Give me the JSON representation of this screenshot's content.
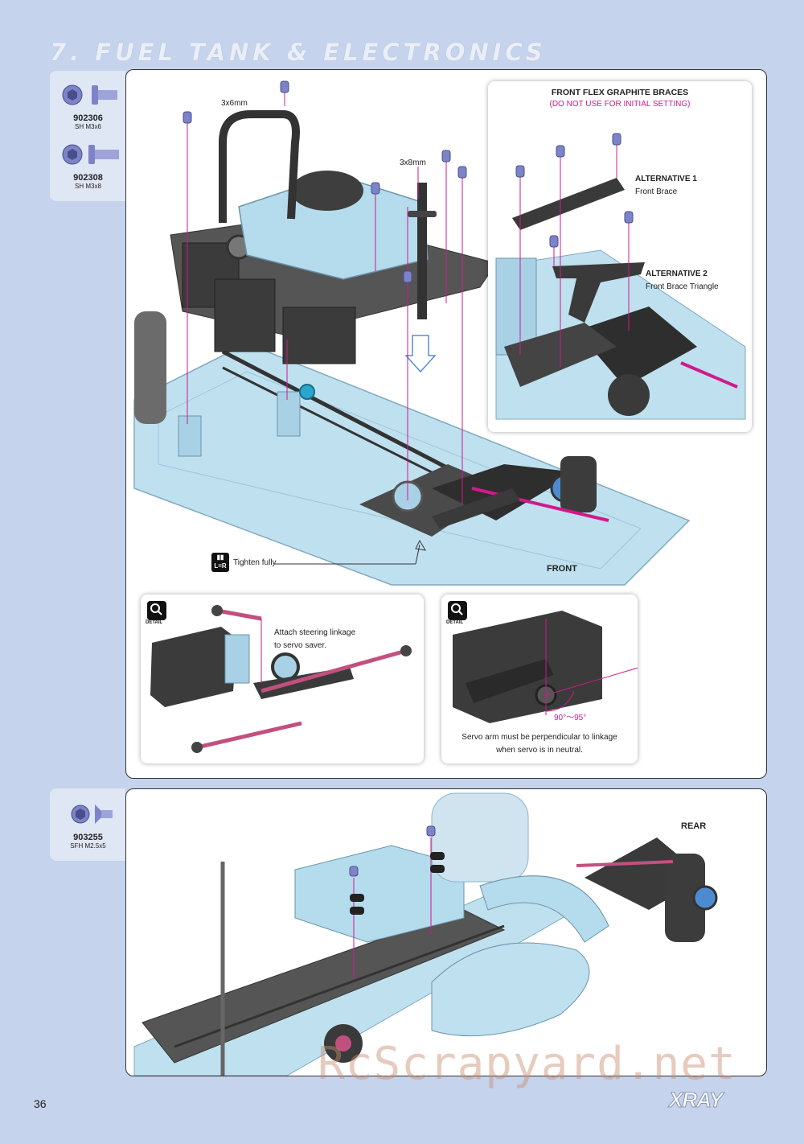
{
  "header": {
    "title": "7. FUEL TANK & ELECTRONICS"
  },
  "parts_top": [
    {
      "code": "902306",
      "desc": "SH M3x6"
    },
    {
      "code": "902308",
      "desc": "SH M3x8"
    }
  ],
  "parts_bottom": [
    {
      "code": "903255",
      "desc": "SFH M2.5x5"
    }
  ],
  "main": {
    "label_3x6": "3x6mm",
    "label_3x8": "3x8mm",
    "tighten_label": "Tighten fully",
    "front_label": "FRONT"
  },
  "inset": {
    "title": "FRONT FLEX GRAPHITE BRACES",
    "subtitle": "(DO NOT USE FOR INITIAL SETTING)",
    "alt1_title": "ALTERNATIVE 1",
    "alt1_desc": "Front Brace",
    "alt2_title": "ALTERNATIVE 2",
    "alt2_desc": "Front Brace Triangle"
  },
  "detail1": {
    "badge": "DETAIL",
    "text_line1": "Attach steering linkage",
    "text_line2": "to servo saver."
  },
  "detail2": {
    "badge": "DETAIL",
    "angle": "90°～95°",
    "text_line1": "Servo arm must be perpendicular to linkage",
    "text_line2": "when servo is in neutral."
  },
  "rear_panel": {
    "rear_label": "REAR"
  },
  "footer": {
    "page_number": "36",
    "brand": "XRAY",
    "watermark": "RcScrapyard.net"
  },
  "colors": {
    "background": "#c5d3ec",
    "accent": "#d01a8a",
    "chassis": "#a9d1e6",
    "carbon": "#3a3a3a",
    "screw": "#7d83c9"
  }
}
